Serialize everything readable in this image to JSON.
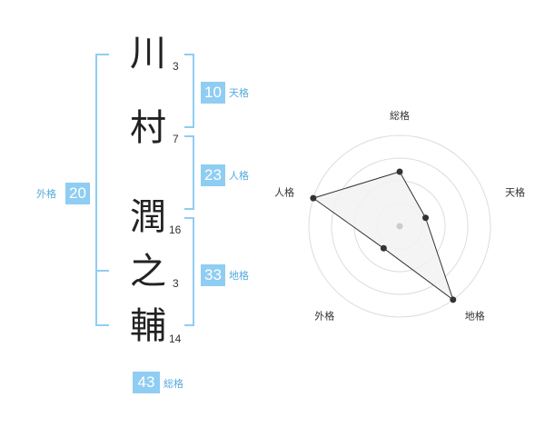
{
  "name": {
    "characters": [
      {
        "char": "川",
        "strokes": "3"
      },
      {
        "char": "村",
        "strokes": "7"
      },
      {
        "char": "潤",
        "strokes": "16"
      },
      {
        "char": "之",
        "strokes": "3"
      },
      {
        "char": "輔",
        "strokes": "14"
      }
    ]
  },
  "fortunes": {
    "tenkaku": {
      "value": "10",
      "label": "天格"
    },
    "jinkaku": {
      "value": "23",
      "label": "人格"
    },
    "chikaku": {
      "value": "33",
      "label": "地格"
    },
    "gaikaku": {
      "value": "20",
      "label": "外格"
    },
    "soukaku": {
      "value": "43",
      "label": "総格"
    }
  },
  "chart_data": {
    "type": "radar",
    "axes": [
      "総格",
      "天格",
      "地格",
      "外格",
      "人格"
    ],
    "values": [
      0.6,
      0.3,
      1.0,
      0.3,
      1.0
    ],
    "rings": 4,
    "colors": {
      "fill": "#f2f2f2",
      "stroke": "#333333",
      "ring": "#dddddd",
      "point": "#333333",
      "center": "#cccccc"
    }
  },
  "colors": {
    "accent": "#8fcdf3",
    "bracket": "#8fcdf3",
    "tag_text": "#55aadd"
  }
}
